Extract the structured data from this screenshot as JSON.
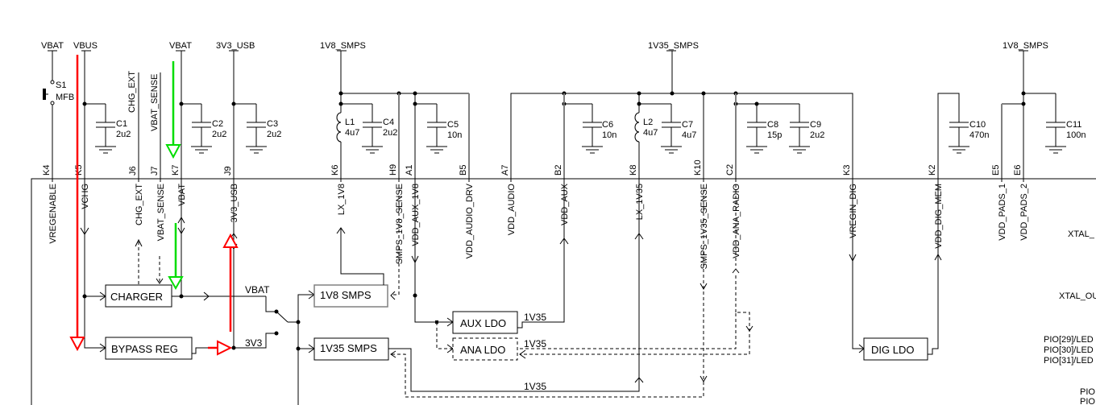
{
  "power_rails": {
    "vbat_1": "VBAT",
    "vbus": "VBUS",
    "vbat_2": "VBAT",
    "usb_3v3": "3V3_USB",
    "smps_1v8_a": "1V8_SMPS",
    "smps_1v35": "1V35_SMPS",
    "smps_1v8_b": "1V8_SMPS"
  },
  "switch": {
    "ref": "S1",
    "name": "MFB"
  },
  "components": [
    {
      "ref": "C1",
      "value": "2u2"
    },
    {
      "ref": "C2",
      "value": "2u2"
    },
    {
      "ref": "C3",
      "value": "2u2"
    },
    {
      "ref": "L1",
      "value": "4u7"
    },
    {
      "ref": "C4",
      "value": "2u2"
    },
    {
      "ref": "C5",
      "value": "10n"
    },
    {
      "ref": "C6",
      "value": "10n"
    },
    {
      "ref": "L2",
      "value": "4u7"
    },
    {
      "ref": "C7",
      "value": "4u7"
    },
    {
      "ref": "C8",
      "value": "15p"
    },
    {
      "ref": "C9",
      "value": "2u2"
    },
    {
      "ref": "C10",
      "value": "470n"
    },
    {
      "ref": "C11",
      "value": "100n"
    }
  ],
  "side_nets": {
    "chg_ext": "CHG_EXT",
    "vbat_sense": "VBAT_SENSE"
  },
  "pins": [
    "K4",
    "K5",
    "J6",
    "J7",
    "K7",
    "J9",
    "K6",
    "H9",
    "A1",
    "B5",
    "A7",
    "B2",
    "K8",
    "K10",
    "C2",
    "K3",
    "K2",
    "E5",
    "E6"
  ],
  "signals": [
    "VREGENABLE",
    "VCHG",
    "CHG_EXT",
    "VBAT_SENSE",
    "VBAT",
    "3V3_USB",
    "LX_1V8",
    "SMPS_1V8_SENSE",
    "VDD_AUX_1V8",
    "VDD_AUDIO_DRV",
    "VDD_AUDIO",
    "VDD_AUX",
    "LX_1V35",
    "SMPS_1V35_SENSE",
    "VDD_ANA_RADIO",
    "VREGIN_DIG",
    "VDD_DIG_MEM",
    "VDD_PADS_1",
    "VDD_PADS_2"
  ],
  "right_signals": {
    "xtal_in": "XTAL_",
    "xtal_out": "XTAL_OU",
    "pio29": "PIO[29]/LED",
    "pio30": "PIO[30]/LED",
    "pio31": "PIO[31]/LED",
    "pio_a": "PIO",
    "pio_b": "PIO"
  },
  "blocks": {
    "charger": "CHARGER",
    "bypass": "BYPASS REG",
    "smps_1v8": "1V8 SMPS",
    "smps_1v35": "1V35 SMPS",
    "aux_ldo": "AUX  LDO",
    "ana_ldo": "ANA  LDO",
    "dig_ldo": "DIG  LDO"
  },
  "internal_nets": {
    "vbat": "VBAT",
    "v3v3": "3V3",
    "aux_out": "1V35",
    "ana_out": "1V35",
    "bottom": "1V35"
  },
  "annotation_colors": {
    "red": "#ff0000",
    "green": "#00dd00",
    "grey": "#808080"
  }
}
